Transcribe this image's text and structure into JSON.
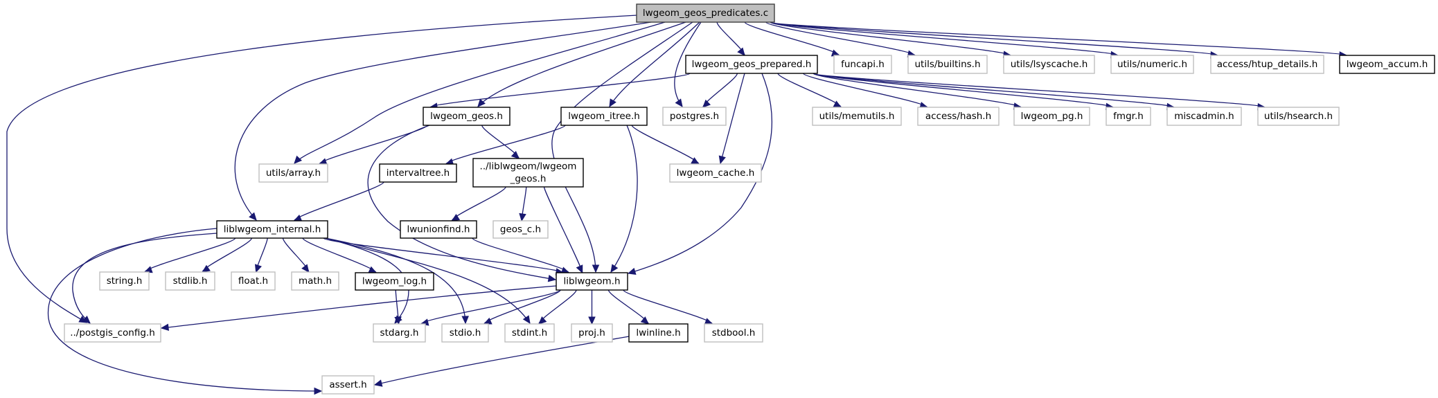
{
  "graph": {
    "title": "lwgeom_geos_predicates.c",
    "colors": {
      "edge": "#191970",
      "root_fill": "#bfbfbf",
      "defined_border": "#000000",
      "external_border": "#bfbfbf"
    },
    "nodes": [
      {
        "id": "root",
        "label": "lwgeom_geos_predicates.c",
        "kind": "root"
      },
      {
        "id": "geos_prepared",
        "label": "lwgeom_geos_prepared.h",
        "kind": "defined"
      },
      {
        "id": "funcapi",
        "label": "funcapi.h",
        "kind": "external"
      },
      {
        "id": "builtins",
        "label": "utils/builtins.h",
        "kind": "external"
      },
      {
        "id": "lsyscache",
        "label": "utils/lsyscache.h",
        "kind": "external"
      },
      {
        "id": "numeric",
        "label": "utils/numeric.h",
        "kind": "external"
      },
      {
        "id": "htup",
        "label": "access/htup_details.h",
        "kind": "external"
      },
      {
        "id": "accum",
        "label": "lwgeom_accum.h",
        "kind": "defined"
      },
      {
        "id": "lwgeom_geos",
        "label": "lwgeom_geos.h",
        "kind": "defined"
      },
      {
        "id": "itree",
        "label": "lwgeom_itree.h",
        "kind": "defined"
      },
      {
        "id": "postgres",
        "label": "postgres.h",
        "kind": "external"
      },
      {
        "id": "memutils",
        "label": "utils/memutils.h",
        "kind": "external"
      },
      {
        "id": "hash",
        "label": "access/hash.h",
        "kind": "external"
      },
      {
        "id": "pg",
        "label": "lwgeom_pg.h",
        "kind": "external"
      },
      {
        "id": "fmgr",
        "label": "fmgr.h",
        "kind": "external"
      },
      {
        "id": "miscadmin",
        "label": "miscadmin.h",
        "kind": "external"
      },
      {
        "id": "hsearch",
        "label": "utils/hsearch.h",
        "kind": "external"
      },
      {
        "id": "array",
        "label": "utils/array.h",
        "kind": "external"
      },
      {
        "id": "intervaltree",
        "label": "intervaltree.h",
        "kind": "defined"
      },
      {
        "id": "lib_lwgeom_geos",
        "label": "../liblwgeom/lwgeom",
        "label2": "_geos.h",
        "kind": "defined"
      },
      {
        "id": "cache",
        "label": "lwgeom_cache.h",
        "kind": "external"
      },
      {
        "id": "internal",
        "label": "liblwgeom_internal.h",
        "kind": "defined"
      },
      {
        "id": "unionfind",
        "label": "lwunionfind.h",
        "kind": "defined"
      },
      {
        "id": "geos_c",
        "label": "geos_c.h",
        "kind": "external"
      },
      {
        "id": "string",
        "label": "string.h",
        "kind": "external"
      },
      {
        "id": "stdlib",
        "label": "stdlib.h",
        "kind": "external"
      },
      {
        "id": "float",
        "label": "float.h",
        "kind": "external"
      },
      {
        "id": "math",
        "label": "math.h",
        "kind": "external"
      },
      {
        "id": "log",
        "label": "lwgeom_log.h",
        "kind": "defined"
      },
      {
        "id": "liblwgeom",
        "label": "liblwgeom.h",
        "kind": "defined"
      },
      {
        "id": "postgis_config",
        "label": "../postgis_config.h",
        "kind": "external"
      },
      {
        "id": "stdarg",
        "label": "stdarg.h",
        "kind": "external"
      },
      {
        "id": "stdio",
        "label": "stdio.h",
        "kind": "external"
      },
      {
        "id": "stdint",
        "label": "stdint.h",
        "kind": "external"
      },
      {
        "id": "proj",
        "label": "proj.h",
        "kind": "external"
      },
      {
        "id": "lwinline",
        "label": "lwinline.h",
        "kind": "defined"
      },
      {
        "id": "stdbool",
        "label": "stdbool.h",
        "kind": "external"
      },
      {
        "id": "assert",
        "label": "assert.h",
        "kind": "external"
      }
    ],
    "edges": [
      [
        "root",
        "geos_prepared"
      ],
      [
        "root",
        "funcapi"
      ],
      [
        "root",
        "builtins"
      ],
      [
        "root",
        "lsyscache"
      ],
      [
        "root",
        "numeric"
      ],
      [
        "root",
        "htup"
      ],
      [
        "root",
        "accum"
      ],
      [
        "root",
        "lwgeom_geos"
      ],
      [
        "root",
        "itree"
      ],
      [
        "root",
        "postgres"
      ],
      [
        "root",
        "array"
      ],
      [
        "root",
        "internal"
      ],
      [
        "root",
        "liblwgeom"
      ],
      [
        "root",
        "postgis_config"
      ],
      [
        "geos_prepared",
        "lwgeom_geos"
      ],
      [
        "geos_prepared",
        "postgres"
      ],
      [
        "geos_prepared",
        "memutils"
      ],
      [
        "geos_prepared",
        "hash"
      ],
      [
        "geos_prepared",
        "pg"
      ],
      [
        "geos_prepared",
        "fmgr"
      ],
      [
        "geos_prepared",
        "miscadmin"
      ],
      [
        "geos_prepared",
        "hsearch"
      ],
      [
        "geos_prepared",
        "cache"
      ],
      [
        "geos_prepared",
        "liblwgeom"
      ],
      [
        "lwgeom_geos",
        "array"
      ],
      [
        "lwgeom_geos",
        "lib_lwgeom_geos"
      ],
      [
        "lwgeom_geos",
        "liblwgeom"
      ],
      [
        "itree",
        "intervaltree"
      ],
      [
        "itree",
        "cache"
      ],
      [
        "itree",
        "liblwgeom"
      ],
      [
        "intervaltree",
        "internal"
      ],
      [
        "lib_lwgeom_geos",
        "unionfind"
      ],
      [
        "lib_lwgeom_geos",
        "geos_c"
      ],
      [
        "lib_lwgeom_geos",
        "liblwgeom"
      ],
      [
        "unionfind",
        "liblwgeom"
      ],
      [
        "internal",
        "string"
      ],
      [
        "internal",
        "stdlib"
      ],
      [
        "internal",
        "float"
      ],
      [
        "internal",
        "math"
      ],
      [
        "internal",
        "log"
      ],
      [
        "internal",
        "liblwgeom"
      ],
      [
        "internal",
        "postgis_config"
      ],
      [
        "internal",
        "stdarg"
      ],
      [
        "internal",
        "stdio"
      ],
      [
        "internal",
        "stdint"
      ],
      [
        "internal",
        "assert"
      ],
      [
        "log",
        "stdarg"
      ],
      [
        "liblwgeom",
        "postgis_config"
      ],
      [
        "liblwgeom",
        "stdarg"
      ],
      [
        "liblwgeom",
        "stdio"
      ],
      [
        "liblwgeom",
        "stdint"
      ],
      [
        "liblwgeom",
        "proj"
      ],
      [
        "liblwgeom",
        "lwinline"
      ],
      [
        "liblwgeom",
        "stdbool"
      ],
      [
        "lwinline",
        "assert"
      ]
    ]
  }
}
